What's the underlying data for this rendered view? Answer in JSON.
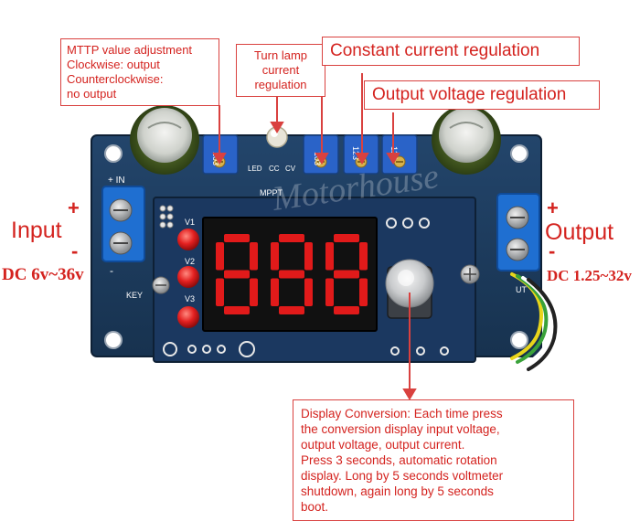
{
  "callouts": {
    "mttp": {
      "line1": "MTTP value adjustment",
      "line2": "Clockwise: output",
      "line3": "Counterclockwise:",
      "line4": "no output"
    },
    "lamp": {
      "line1": "Turn lamp",
      "line2": "current",
      "line3": "regulation"
    },
    "constant_current": "Constant current regulation",
    "output_voltage": "Output voltage regulation",
    "display_conversion": {
      "line1": "Display Conversion: Each time press",
      "line2": "the conversion display input voltage,",
      "line3": "output voltage, output current.",
      "line4": "Press 3 seconds, automatic rotation",
      "line5": "display. Long by 5 seconds voltmeter",
      "line6": "shutdown, again long by 5 seconds",
      "line7": "boot."
    }
  },
  "input": {
    "plus": "+",
    "title": "Input",
    "minus": "-",
    "range": "DC 6v~36v"
  },
  "output": {
    "plus": "+",
    "title": "Output",
    "minus": "-",
    "range": "DC 1.25~32v"
  },
  "board": {
    "in_plus": "+ IN",
    "in_minus": "-",
    "key_label": "KEY",
    "led_labels": [
      "LED",
      "CC",
      "CV"
    ],
    "mppt_label": "MPPT",
    "v_labels": [
      "V1",
      "V2",
      "V3"
    ],
    "pot_marking": "103",
    "pot_markings_2": [
      "123",
      "123"
    ],
    "out_label": "UT",
    "display_digits": "888"
  },
  "watermark": "Motorhouse",
  "colors": {
    "pcb": "#1d3a5c",
    "pcb_dark": "#122740",
    "terminal": "#1f6fd1",
    "pot": "#2a63c8",
    "callout_border": "#d9413f",
    "callout_text": "#d4231f",
    "led_red": "#e32020",
    "display_bg": "#111111",
    "segment": "#e11a1a"
  }
}
